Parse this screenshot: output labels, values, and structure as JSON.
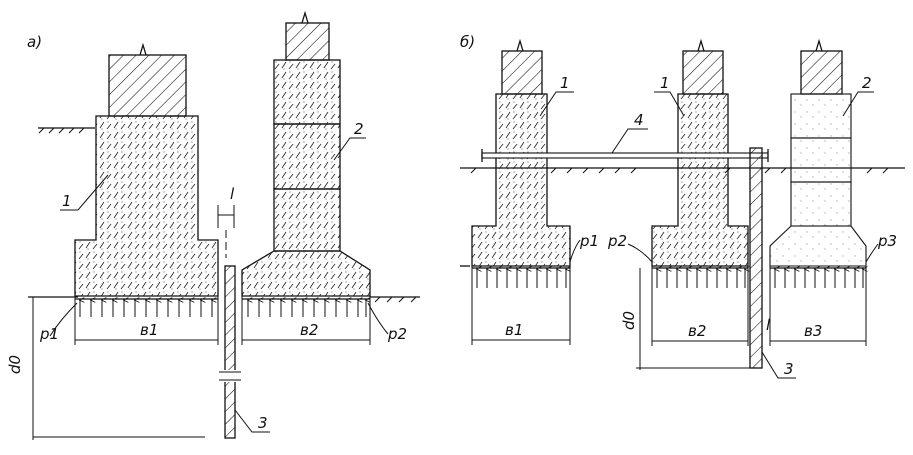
{
  "panel_a": {
    "letter": "а)",
    "labels": {
      "n1": "1",
      "n2": "2",
      "n3": "3",
      "b1": "в1",
      "b2": "в2",
      "p1": "p1",
      "p2": "p2",
      "d": "d0",
      "l": "l"
    }
  },
  "panel_b": {
    "letter": "б)",
    "labels": {
      "n1a": "1",
      "n1b": "1",
      "n2": "2",
      "n3": "3",
      "n4": "4",
      "b1": "в1",
      "b2": "в2",
      "b3": "в3",
      "p1": "p1",
      "p2": "p2",
      "p3": "p3",
      "d": "d0",
      "l": "l"
    }
  }
}
